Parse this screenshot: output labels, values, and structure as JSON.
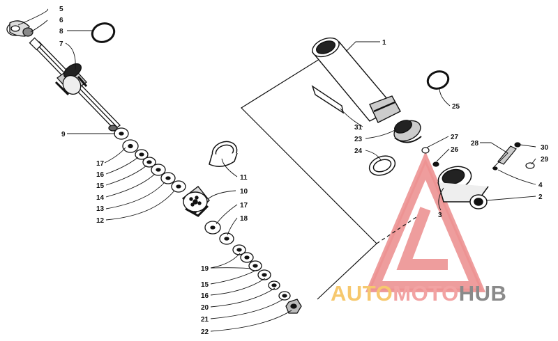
{
  "diagram": {
    "callouts": [
      "1",
      "2",
      "3",
      "4",
      "5",
      "6",
      "7",
      "8",
      "9",
      "10",
      "11",
      "12",
      "13",
      "14",
      "15",
      "16",
      "17",
      "18",
      "19",
      "20",
      "21",
      "22",
      "23",
      "24",
      "25",
      "26",
      "27",
      "28",
      "29",
      "30",
      "31"
    ],
    "left_labels": [
      "9",
      "17",
      "16",
      "15",
      "14",
      "13",
      "12"
    ],
    "mid_labels": [
      "11",
      "10",
      "17",
      "18"
    ],
    "bottom_labels": [
      "19",
      "15",
      "16",
      "20",
      "21",
      "22"
    ]
  },
  "watermark": {
    "part1": "AUTO",
    "part2": "MOTO",
    "part3": "HUB",
    "colors": {
      "auto": "#f6c86e",
      "moto": "#f2a3a3",
      "hub": "#8a8a8a",
      "triangle": "#ec8c8c"
    }
  }
}
